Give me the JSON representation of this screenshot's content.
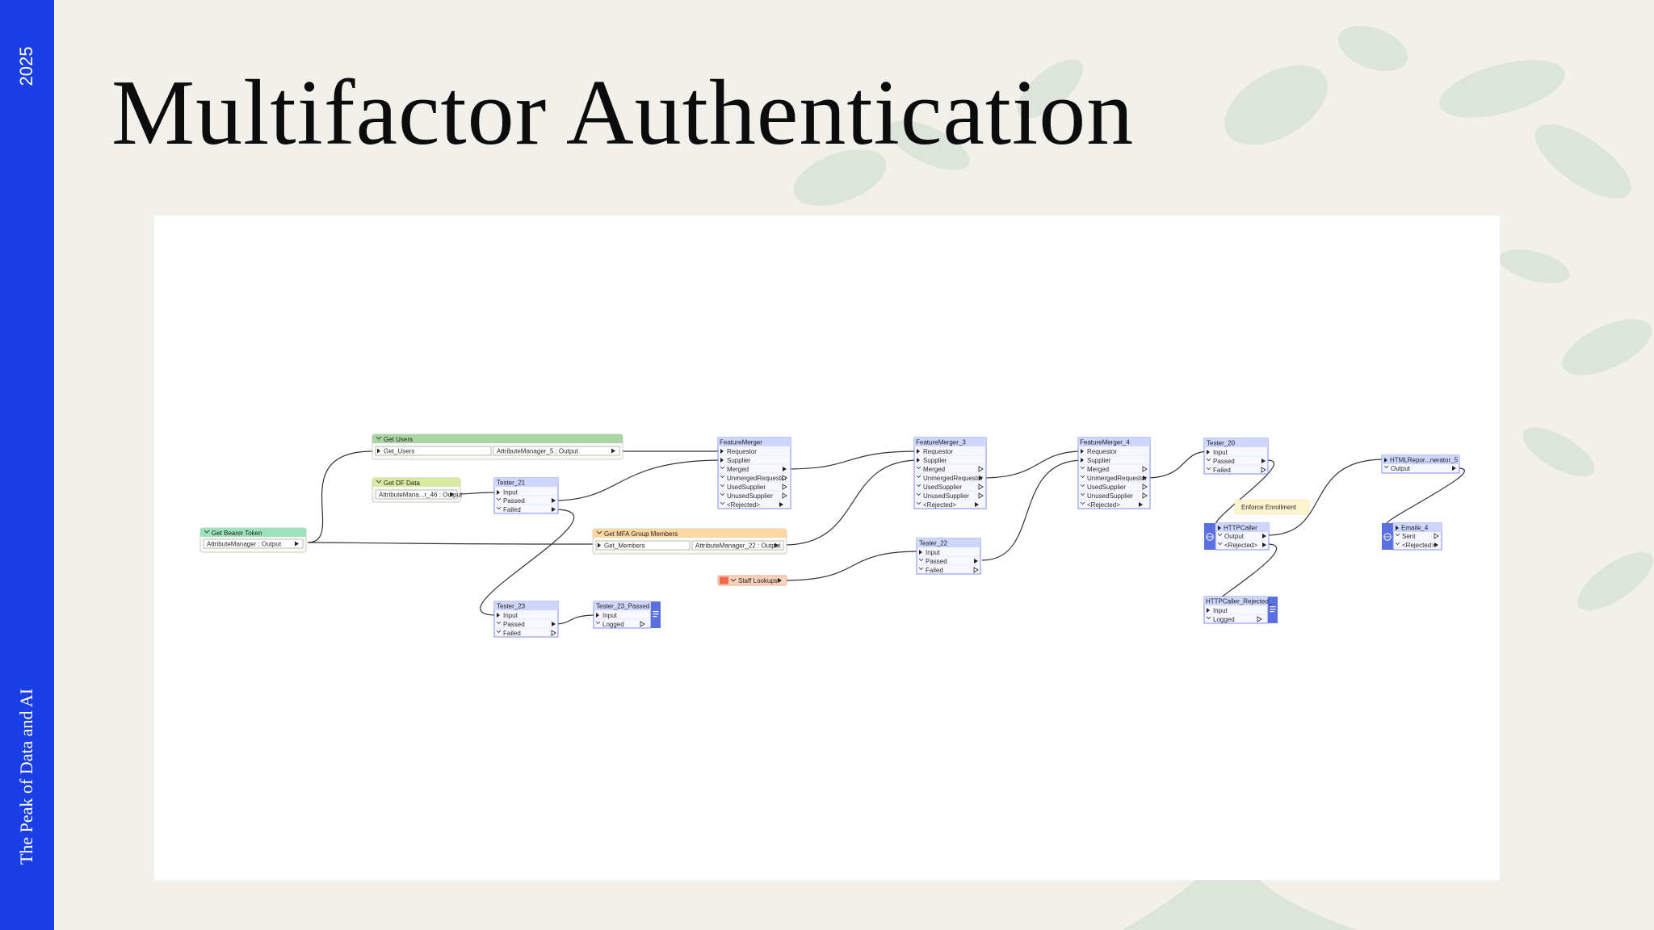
{
  "slide": {
    "year": "2025",
    "tagline": "The Peak of Data and AI",
    "title": "Multifactor Authentication"
  },
  "colors": {
    "sidebar": "#1a3fe6",
    "background": "#f1f0ea",
    "node_header": "#cfd6fb",
    "group_get_users": "#a9d5a3",
    "group_get_df_data": "#d8eaa0",
    "group_bearer_token": "#9ee2bd",
    "group_mfa_members": "#fbd7a2",
    "annotation": "#fdf5cf"
  },
  "workspace": {
    "bookmarks": {
      "get_users": {
        "title": "Get Users",
        "items": [
          "Get_Users",
          "AttributeManager_5 : Output"
        ]
      },
      "get_df_data": {
        "title": "Get DF Data",
        "items": [
          "AttributeMana...r_46 : Output"
        ]
      },
      "get_bearer_token": {
        "title": "Get Bearer Token",
        "items": [
          "AttributeManager : Output"
        ]
      },
      "get_mfa_members": {
        "title": "Get MFA Group Members",
        "items": [
          "Get_Members",
          "AttributeManager_22 : Output"
        ]
      }
    },
    "staff_lookups": "Staff Lookups",
    "annotation": "Enforce Enrollment",
    "transformers": {
      "tester_21": {
        "title": "Tester_21",
        "ports": [
          "Input",
          "Passed",
          "Failed"
        ]
      },
      "tester_23": {
        "title": "Tester_23",
        "ports": [
          "Input",
          "Passed",
          "Failed"
        ]
      },
      "tester_23_passed": {
        "title": "Tester_23_Passed",
        "ports": [
          "Input",
          "Logged"
        ]
      },
      "featuremerger": {
        "title": "FeatureMerger",
        "ports": [
          "Requestor",
          "Supplier",
          "Merged",
          "UnmergedRequestor",
          "UsedSupplier",
          "UnusedSupplier",
          "<Rejected>"
        ]
      },
      "featuremerger_3": {
        "title": "FeatureMerger_3",
        "ports": [
          "Requestor",
          "Supplier",
          "Merged",
          "UnmergedRequestor",
          "UsedSupplier",
          "UnusedSupplier",
          "<Rejected>"
        ]
      },
      "featuremerger_4": {
        "title": "FeatureMerger_4",
        "ports": [
          "Requestor",
          "Supplier",
          "Merged",
          "UnmergedRequestor",
          "UsedSupplier",
          "UnusedSupplier",
          "<Rejected>"
        ]
      },
      "tester_22": {
        "title": "Tester_22",
        "ports": [
          "Input",
          "Passed",
          "Failed"
        ]
      },
      "tester_20": {
        "title": "Tester_20",
        "ports": [
          "Input",
          "Passed",
          "Failed"
        ]
      },
      "httpcaller": {
        "title": "HTTPCaller",
        "ports": [
          "Output",
          "<Rejected>"
        ]
      },
      "httpcaller_rejected": {
        "title": "HTTPCaller_Rejected_",
        "ports": [
          "Input",
          "Logged"
        ]
      },
      "htmlreport": {
        "title": "HTMLRepor...nerator_5",
        "ports": [
          "Output"
        ]
      },
      "emailer_4": {
        "title": "Emaile_4",
        "ports": [
          "Sent",
          "<Rejected>"
        ]
      }
    }
  }
}
